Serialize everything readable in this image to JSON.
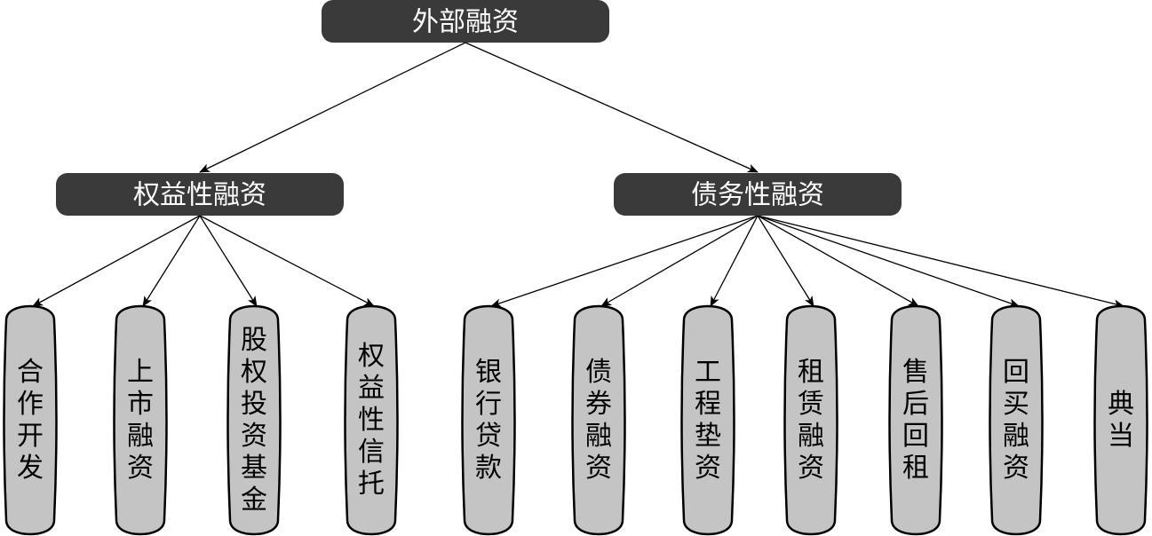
{
  "root": {
    "label": "外部融资"
  },
  "branches": [
    {
      "label": "权益性融资",
      "children": [
        "合作开发",
        "上市融资",
        "股权投资基金",
        "权益性信托"
      ]
    },
    {
      "label": "债务性融资",
      "children": [
        "银行贷款",
        "债券融资",
        "工程垫资",
        "租赁融资",
        "售后回租",
        "回买融资",
        "典当"
      ]
    }
  ],
  "colors": {
    "header_fill": "#3a3a3a",
    "header_text": "#ffffff",
    "leaf_fill": "#c4c4c4",
    "leaf_stroke": "#000000"
  }
}
